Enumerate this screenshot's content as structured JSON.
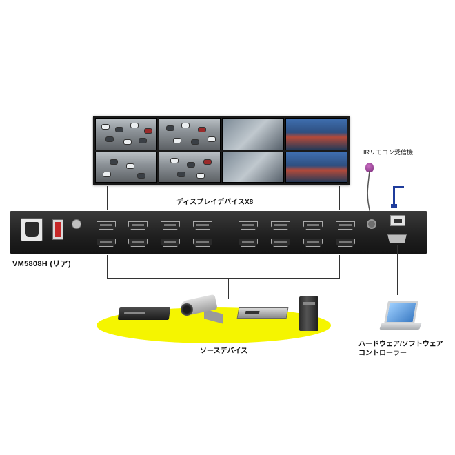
{
  "diagram": {
    "display_label": "ディスプレイデバイスX8",
    "ir_label": "IRリモコン受信機",
    "device_model_label": "VM5808H (リア)",
    "source_label": "ソースデバイス",
    "controller_label_line1": "ハードウェア/ソフトウェア",
    "controller_label_line2": "コントローラー"
  },
  "colors": {
    "source_highlight": "#f5f500",
    "device_body": "#1f1f1f",
    "lan_cable": "#1f3c9c",
    "ir_receiver": "#7a2d7a"
  },
  "icons": {
    "video_wall": "video-wall-icon",
    "ir_receiver": "ir-receiver-icon",
    "lan": "lan-cable-icon",
    "dvd_player": "dvd-player-icon",
    "camera": "security-camera-icon",
    "receiver": "av-receiver-icon",
    "pc": "pc-tower-icon",
    "laptop": "laptop-icon"
  }
}
